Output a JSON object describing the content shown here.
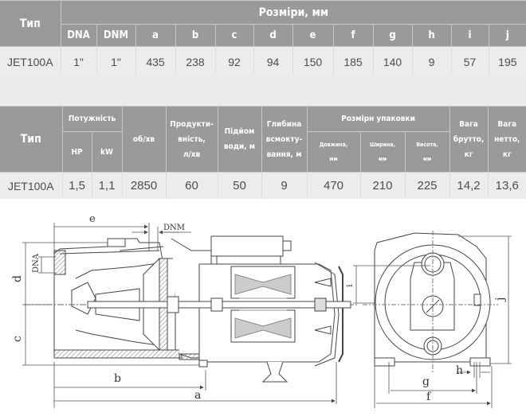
{
  "table1": {
    "type_header": "Тип",
    "group_header": "Розміри, мм",
    "columns": [
      "DNA",
      "DNM",
      "a",
      "b",
      "c",
      "d",
      "e",
      "f",
      "g",
      "h",
      "i",
      "j"
    ],
    "rows": [
      {
        "type": "JET100A",
        "values": [
          "1\"",
          "1\"",
          "435",
          "238",
          "92",
          "94",
          "150",
          "185",
          "140",
          "9",
          "57",
          "195"
        ]
      }
    ]
  },
  "table2": {
    "type_header": "Тип",
    "power_header": "Потужність",
    "power_hp": "HP",
    "power_kw": "kW",
    "rpm_header": "об/хв",
    "productivity_header_l1": "Продукти-",
    "productivity_header_l2": "вність,",
    "productivity_header_l3": "л/хв",
    "lift_header_l1": "Підйом",
    "lift_header_l2": "води, м",
    "suction_header_l1": "Глибина",
    "suction_header_l2": "всмокту-",
    "suction_header_l3": "вання, м",
    "package_header": "Розмірн упаковки",
    "package_length_l1": "Довжина,",
    "package_length_l2": "мм",
    "package_width_l1": "Ширина,",
    "package_width_l2": "мм",
    "package_height_l1": "Висота,",
    "package_height_l2": "мм",
    "gross_l1": "Вага",
    "gross_l2": "брутто,",
    "gross_l3": "кг",
    "net_l1": "Вага",
    "net_l2": "нетто,",
    "net_l3": "кг",
    "rows": [
      {
        "type": "JET100A",
        "hp": "1,5",
        "kw": "1,1",
        "rpm": "2850",
        "productivity": "60",
        "lift": "50",
        "suction": "9",
        "length": "470",
        "width": "210",
        "height": "225",
        "gross": "14,2",
        "net": "13,6"
      }
    ]
  },
  "drawing": {
    "labels": {
      "e": "e",
      "dnm": "DNM",
      "dna": "DNA",
      "d": "d",
      "c": "c",
      "b": "b",
      "a": "a",
      "i": "i",
      "j": "j",
      "g": "g",
      "h": "h",
      "f": "f"
    }
  }
}
